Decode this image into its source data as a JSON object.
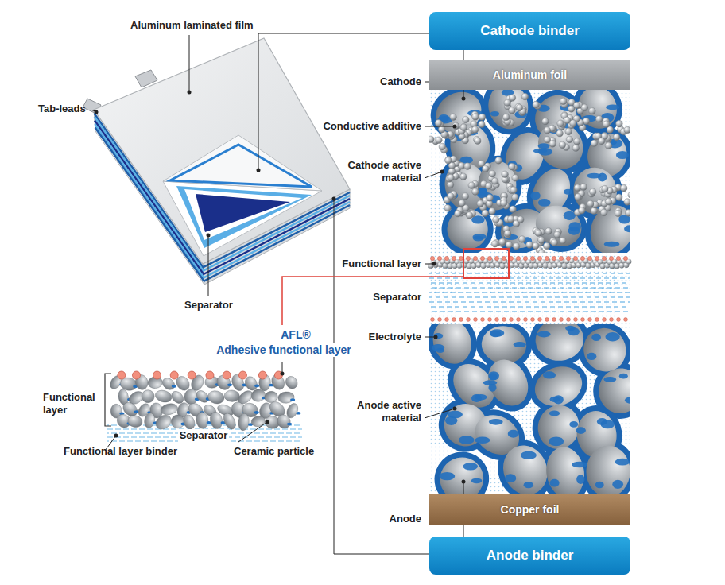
{
  "diagram": {
    "nodes": [
      {
        "text": [
          "Cathode binder"
        ]
      },
      {
        "text": [
          "Aluminum foil"
        ]
      },
      {
        "text": [
          "Copper foil"
        ]
      },
      {
        "text": [
          "Anode binder"
        ]
      }
    ],
    "labels": [
      "Aluminum laminated film",
      "Tab-leads",
      "Separator",
      "Cathode",
      "Conductive additive",
      "Cathode active material",
      "Functional layer",
      "Separator",
      "Electrolyte",
      "Anode active material",
      "Anode",
      "AFL®",
      "Adhesive functional layer",
      "Functional layer",
      "Separator",
      "Functional layer binder",
      "Ceramic particle"
    ]
  }
}
